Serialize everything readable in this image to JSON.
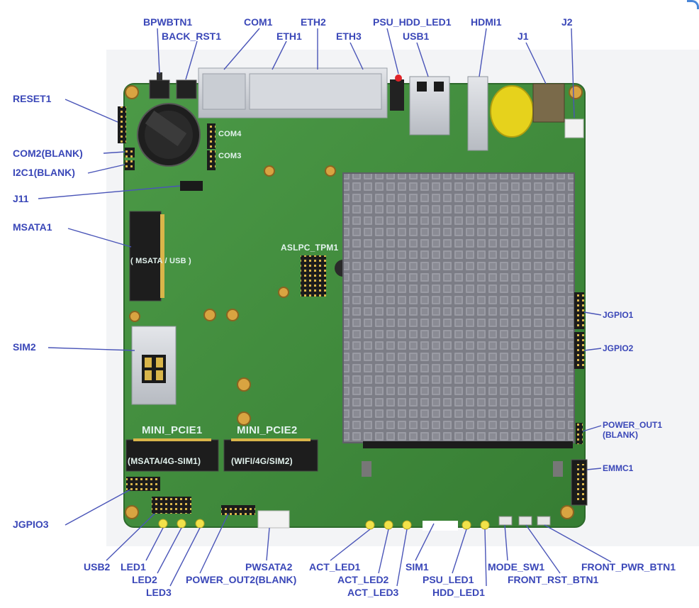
{
  "callouts": {
    "bpwbtn1": "BPWBTN1",
    "back_rst1": "BACK_RST1",
    "com1": "COM1",
    "eth2": "ETH2",
    "eth1": "ETH1",
    "eth3": "ETH3",
    "psu_hdd_led1": "PSU_HDD_LED1",
    "usb1": "USB1",
    "hdmi1": "HDMI1",
    "j1": "J1",
    "j2": "J2",
    "reset1": "RESET1",
    "com2": "COM2(BLANK)",
    "i2c1": "I2C1(BLANK)",
    "j11": "J11",
    "msata1": "MSATA1",
    "sim2": "SIM2",
    "jgpio1": "JGPIO1",
    "jgpio2": "JGPIO2",
    "power_out1_a": "POWER_OUT1",
    "power_out1_b": "(BLANK)",
    "emmc1": "EMMC1",
    "jgpio3": "JGPIO3",
    "usb2": "USB2",
    "led1": "LED1",
    "led2": "LED2",
    "led3": "LED3",
    "pwsata2": "PWSATA2",
    "power_out2": "POWER_OUT2(BLANK)",
    "act_led1": "ACT_LED1",
    "act_led2": "ACT_LED2",
    "act_led3": "ACT_LED3",
    "sim1": "SIM1",
    "psu_led1": "PSU_LED1",
    "hdd_led1": "HDD_LED1",
    "mode_sw1": "MODE_SW1",
    "front_rst_btn1": "FRONT_RST_BTN1",
    "front_pwr_btn1": "FRONT_PWR_BTN1"
  },
  "onboard": {
    "com4": "COM4",
    "com3": "COM3",
    "aslpc_tpm1": "ASLPC_TPM1",
    "msata_usb": "( MSATA / USB )",
    "mini_pcie1": "MINI_PCIE1",
    "mini_pcie1_sub": "(MSATA/4G-SIM1)",
    "mini_pcie2": "MINI_PCIE2",
    "mini_pcie2_sub": "(WIFI/4G/SIM2)"
  },
  "colors": {
    "label_text": "#3a47b8",
    "leader_line": "#4a55b8",
    "board_green": "#3f8a3c",
    "board_silkscreen": "#e3f3ee",
    "heatsink": "#8a8a92",
    "yellow_cap": "#e6d21c",
    "led_yellow": "#f2e24a"
  }
}
